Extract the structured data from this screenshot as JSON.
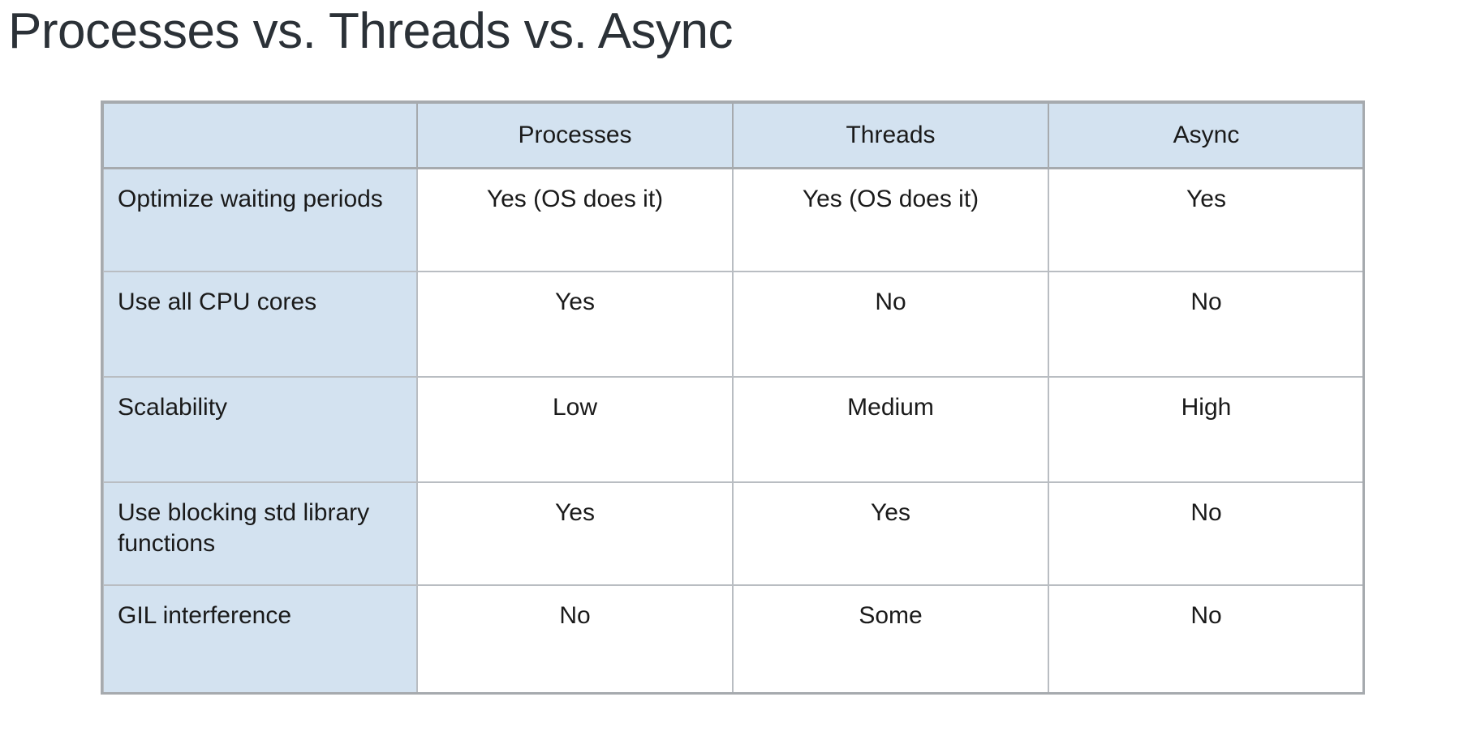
{
  "slide": {
    "title": "Processes vs. Threads vs. Async",
    "background_color": "#ffffff",
    "title_color": "#2b3137"
  },
  "table": {
    "header_fill": "#d3e2f0",
    "label_column_fill": "#d3e2f0",
    "data_cell_fill": "#ffffff",
    "border_color": "#a6aaae",
    "grid_color": "#b9bdc2",
    "columns": [
      "",
      "Processes",
      "Threads",
      "Async"
    ],
    "rows": [
      {
        "label": "Optimize waiting periods",
        "cells": [
          "Yes (OS does it)",
          "Yes (OS does it)",
          "Yes"
        ]
      },
      {
        "label": "Use all CPU cores",
        "cells": [
          "Yes",
          "No",
          "No"
        ]
      },
      {
        "label": "Scalability",
        "cells": [
          "Low",
          "Medium",
          "High"
        ]
      },
      {
        "label": "Use blocking std library functions",
        "cells": [
          "Yes",
          "Yes",
          "No"
        ]
      },
      {
        "label": "GIL interference",
        "cells": [
          "No",
          "Some",
          "No"
        ]
      }
    ]
  }
}
